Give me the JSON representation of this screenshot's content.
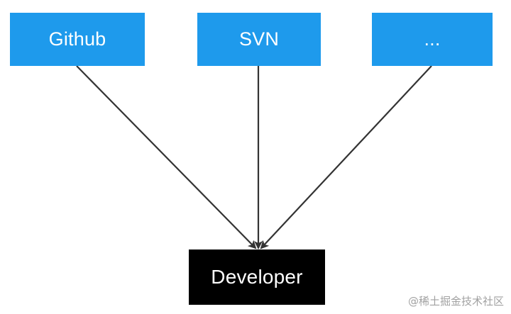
{
  "diagram": {
    "sources": [
      {
        "id": "github",
        "label": "Github"
      },
      {
        "id": "svn",
        "label": "SVN"
      },
      {
        "id": "more",
        "label": "..."
      }
    ],
    "target": {
      "id": "developer",
      "label": "Developer"
    },
    "edges": [
      {
        "from": "github",
        "to": "developer"
      },
      {
        "from": "svn",
        "to": "developer"
      },
      {
        "from": "more",
        "to": "developer"
      }
    ]
  },
  "colors": {
    "source_fill": "#1e9aec",
    "source_text": "#ffffff",
    "target_fill": "#000000",
    "target_text": "#ffffff",
    "edge": "#333333"
  },
  "watermark": "@稀土掘金技术社区"
}
